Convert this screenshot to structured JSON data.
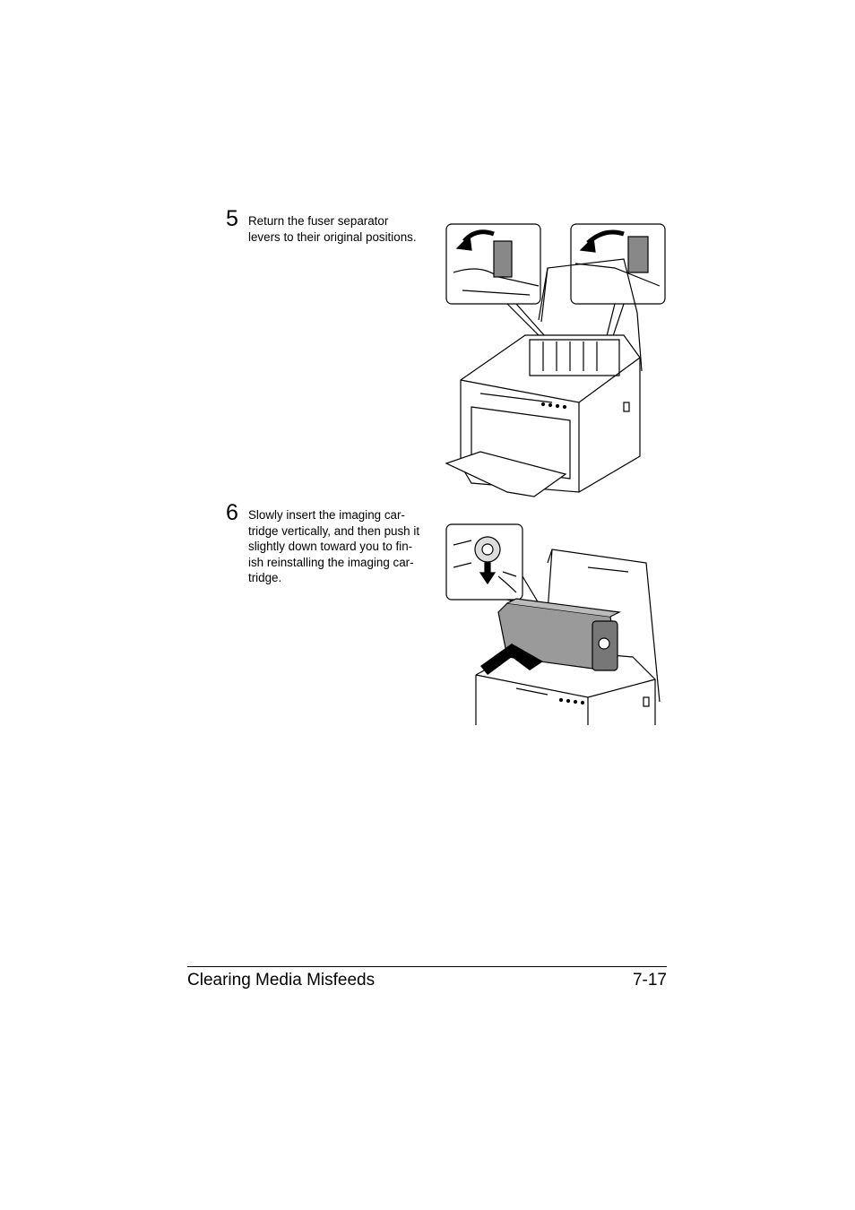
{
  "steps": [
    {
      "number": "5",
      "text": "Return the fuser separator\nlevers to their original positions."
    },
    {
      "number": "6",
      "text": "Slowly insert the imaging car-\ntridge vertically, and then push it\nslightly down toward you to fin-\nish reinstalling the imaging car-\ntridge."
    }
  ],
  "footer": {
    "section_title": "Clearing Media Misfeeds",
    "page_number": "7-17"
  }
}
